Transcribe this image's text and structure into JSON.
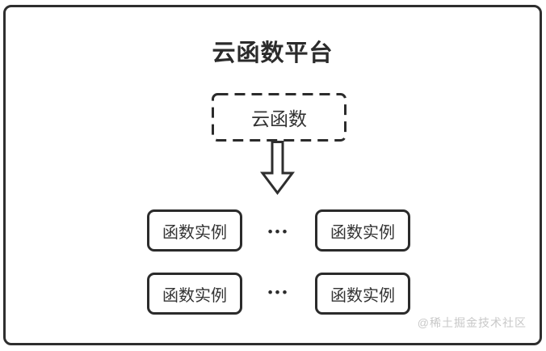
{
  "title": "云函数平台",
  "cloud_function": {
    "label": "云函数"
  },
  "rows": [
    {
      "boxes": [
        {
          "label": "函数实例"
        },
        {
          "label": "函数实例"
        }
      ],
      "ellipsis": "•••"
    },
    {
      "boxes": [
        {
          "label": "函数实例"
        },
        {
          "label": "函数实例"
        }
      ],
      "ellipsis": "•••"
    }
  ],
  "watermark": "@稀土掘金技术社区",
  "icons": {
    "arrow": "down-block-arrow-icon"
  },
  "colors": {
    "frame_border": "#2e2e2e",
    "box_border": "#2b2b2b",
    "title_text": "#2b2b2b",
    "label_text": "#333333",
    "watermark_text": "#c8c8c8",
    "background": "#ffffff"
  }
}
